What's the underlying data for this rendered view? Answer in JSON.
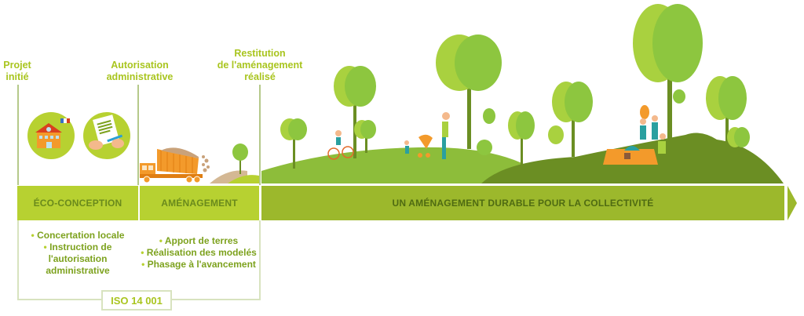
{
  "milestones": {
    "start": [
      "Projet",
      "initié"
    ],
    "authorization": [
      "Autorisation",
      "administrative"
    ],
    "handover": [
      "Restitution",
      "de l'aménagement",
      "réalisé"
    ]
  },
  "phases": {
    "eco_conception": {
      "label": "ÉCO-CONCEPTION",
      "items": [
        "Concertation locale",
        "Instruction de",
        "l'autorisation",
        "administrative"
      ]
    },
    "amenagement": {
      "label": "AMÉNAGEMENT",
      "items": [
        "Apport de terres",
        "Réalisation des modelés",
        "Phasage à l'avancement"
      ]
    },
    "durable": {
      "label": "UN AMÉNAGEMENT DURABLE POUR LA COLLECTIVITÉ"
    }
  },
  "certification": "ISO 14 001",
  "icons": [
    "town-hall-icon",
    "signing-document-icon",
    "dump-truck-icon",
    "tree-icon",
    "park-scene-illustration"
  ],
  "colors": {
    "light_green": "#b7d131",
    "mid_green": "#9cb82c",
    "dark_green": "#6b8e23",
    "text_green": "#a9c51f",
    "orange": "#f39a2b"
  }
}
